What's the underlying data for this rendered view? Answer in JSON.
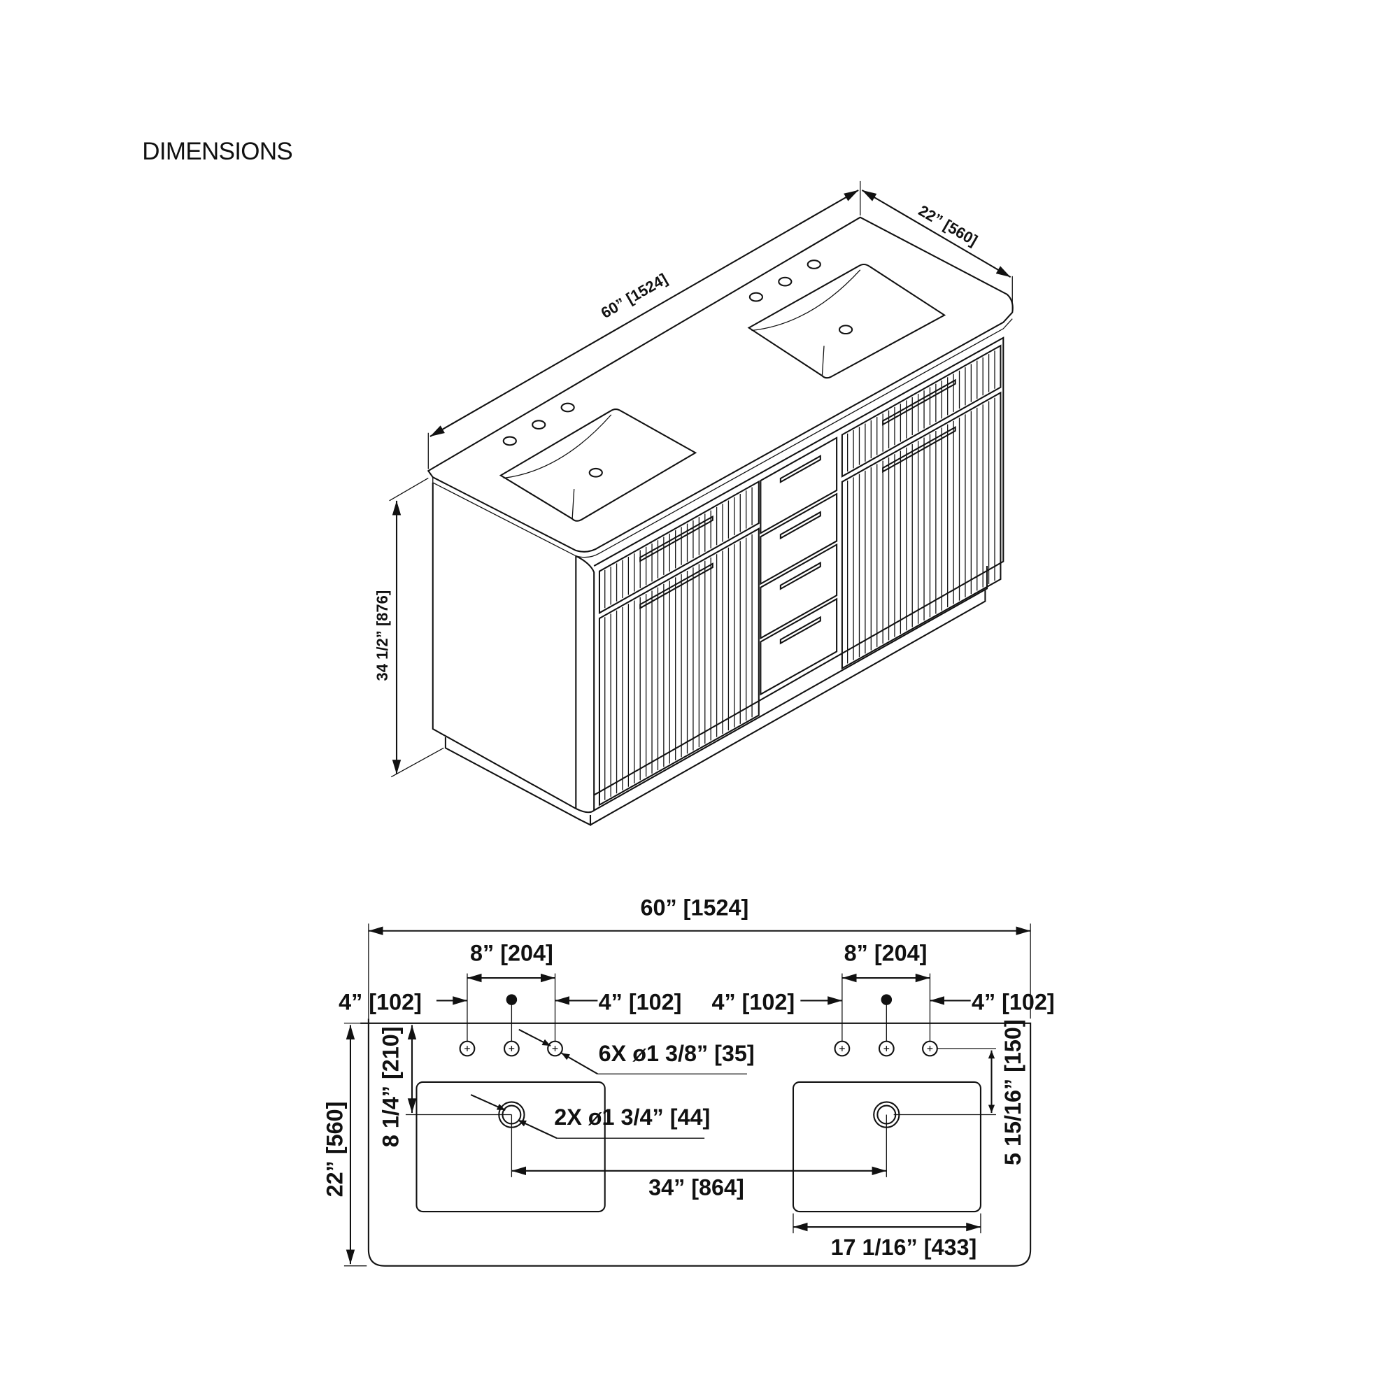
{
  "title": "DIMENSIONS",
  "isometric_view": {
    "width_label": "60” [1524]",
    "depth_label": "22” [560]",
    "height_label": "34 1/2” [876]"
  },
  "plan_view": {
    "overall_width": "60” [1524]",
    "faucet_spread_left": "8” [204]",
    "faucet_spread_right": "8” [204]",
    "offset_labels": [
      "4” [102]",
      "4” [102]",
      "4” [102]",
      "4” [102]"
    ],
    "faucet_holes_note": "6X ø1 3/8” [35]",
    "drain_note": "2X ø1 3/4” [44]",
    "drain_spacing": "34” [864]",
    "basin_width": "17 1/16” [433]",
    "overall_depth": "22” [560]",
    "drain_from_back": "8 1/4” [210]",
    "basin_from_holes": "5 15/16” [150]"
  }
}
